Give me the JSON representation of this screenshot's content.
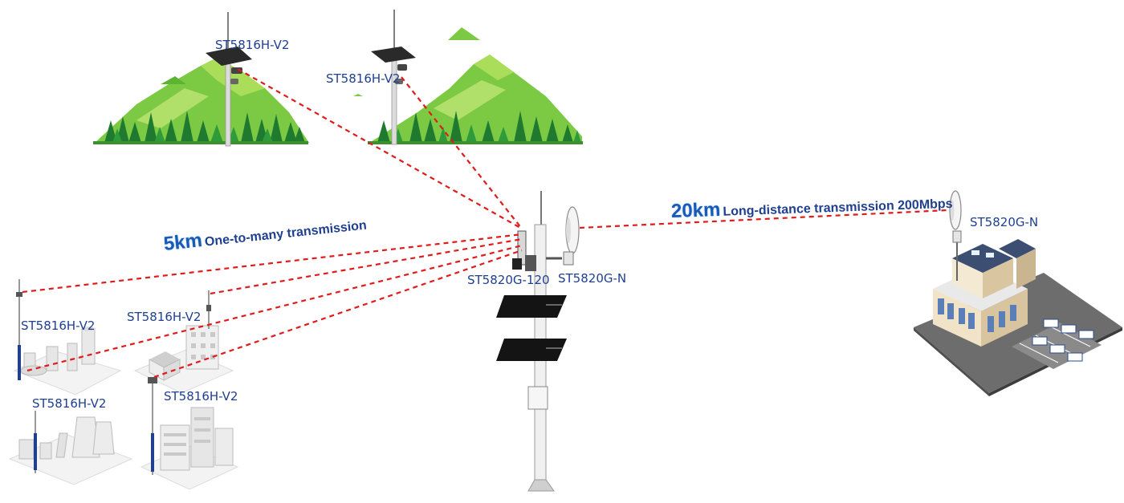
{
  "labels": {
    "mountain_left_device": "ST5816H-V2",
    "mountain_right_device": "ST5816H-V2",
    "center_sector_device": "ST5820G-120",
    "center_dish_device": "ST5820G-N",
    "remote_dish_device": "ST5820G-N",
    "factory_top_device": "ST5816H-V2",
    "town_device": "ST5816H-V2",
    "building_device": "ST5816H-V2",
    "factory_bottom_device": "ST5816H-V2"
  },
  "links": {
    "one_to_many": {
      "distance": "5km",
      "description": "One-to-many transmission"
    },
    "long_distance": {
      "distance": "20km",
      "description": "Long-distance transmission 200Mbps"
    }
  },
  "colors": {
    "link_line": "#e01b1b",
    "label_text": "#1f3f8f",
    "distance_text": "#1a59b5",
    "mountain_green": "#5cb531",
    "forest_green": "#1f7a2f",
    "solar_panel": "#111111"
  }
}
